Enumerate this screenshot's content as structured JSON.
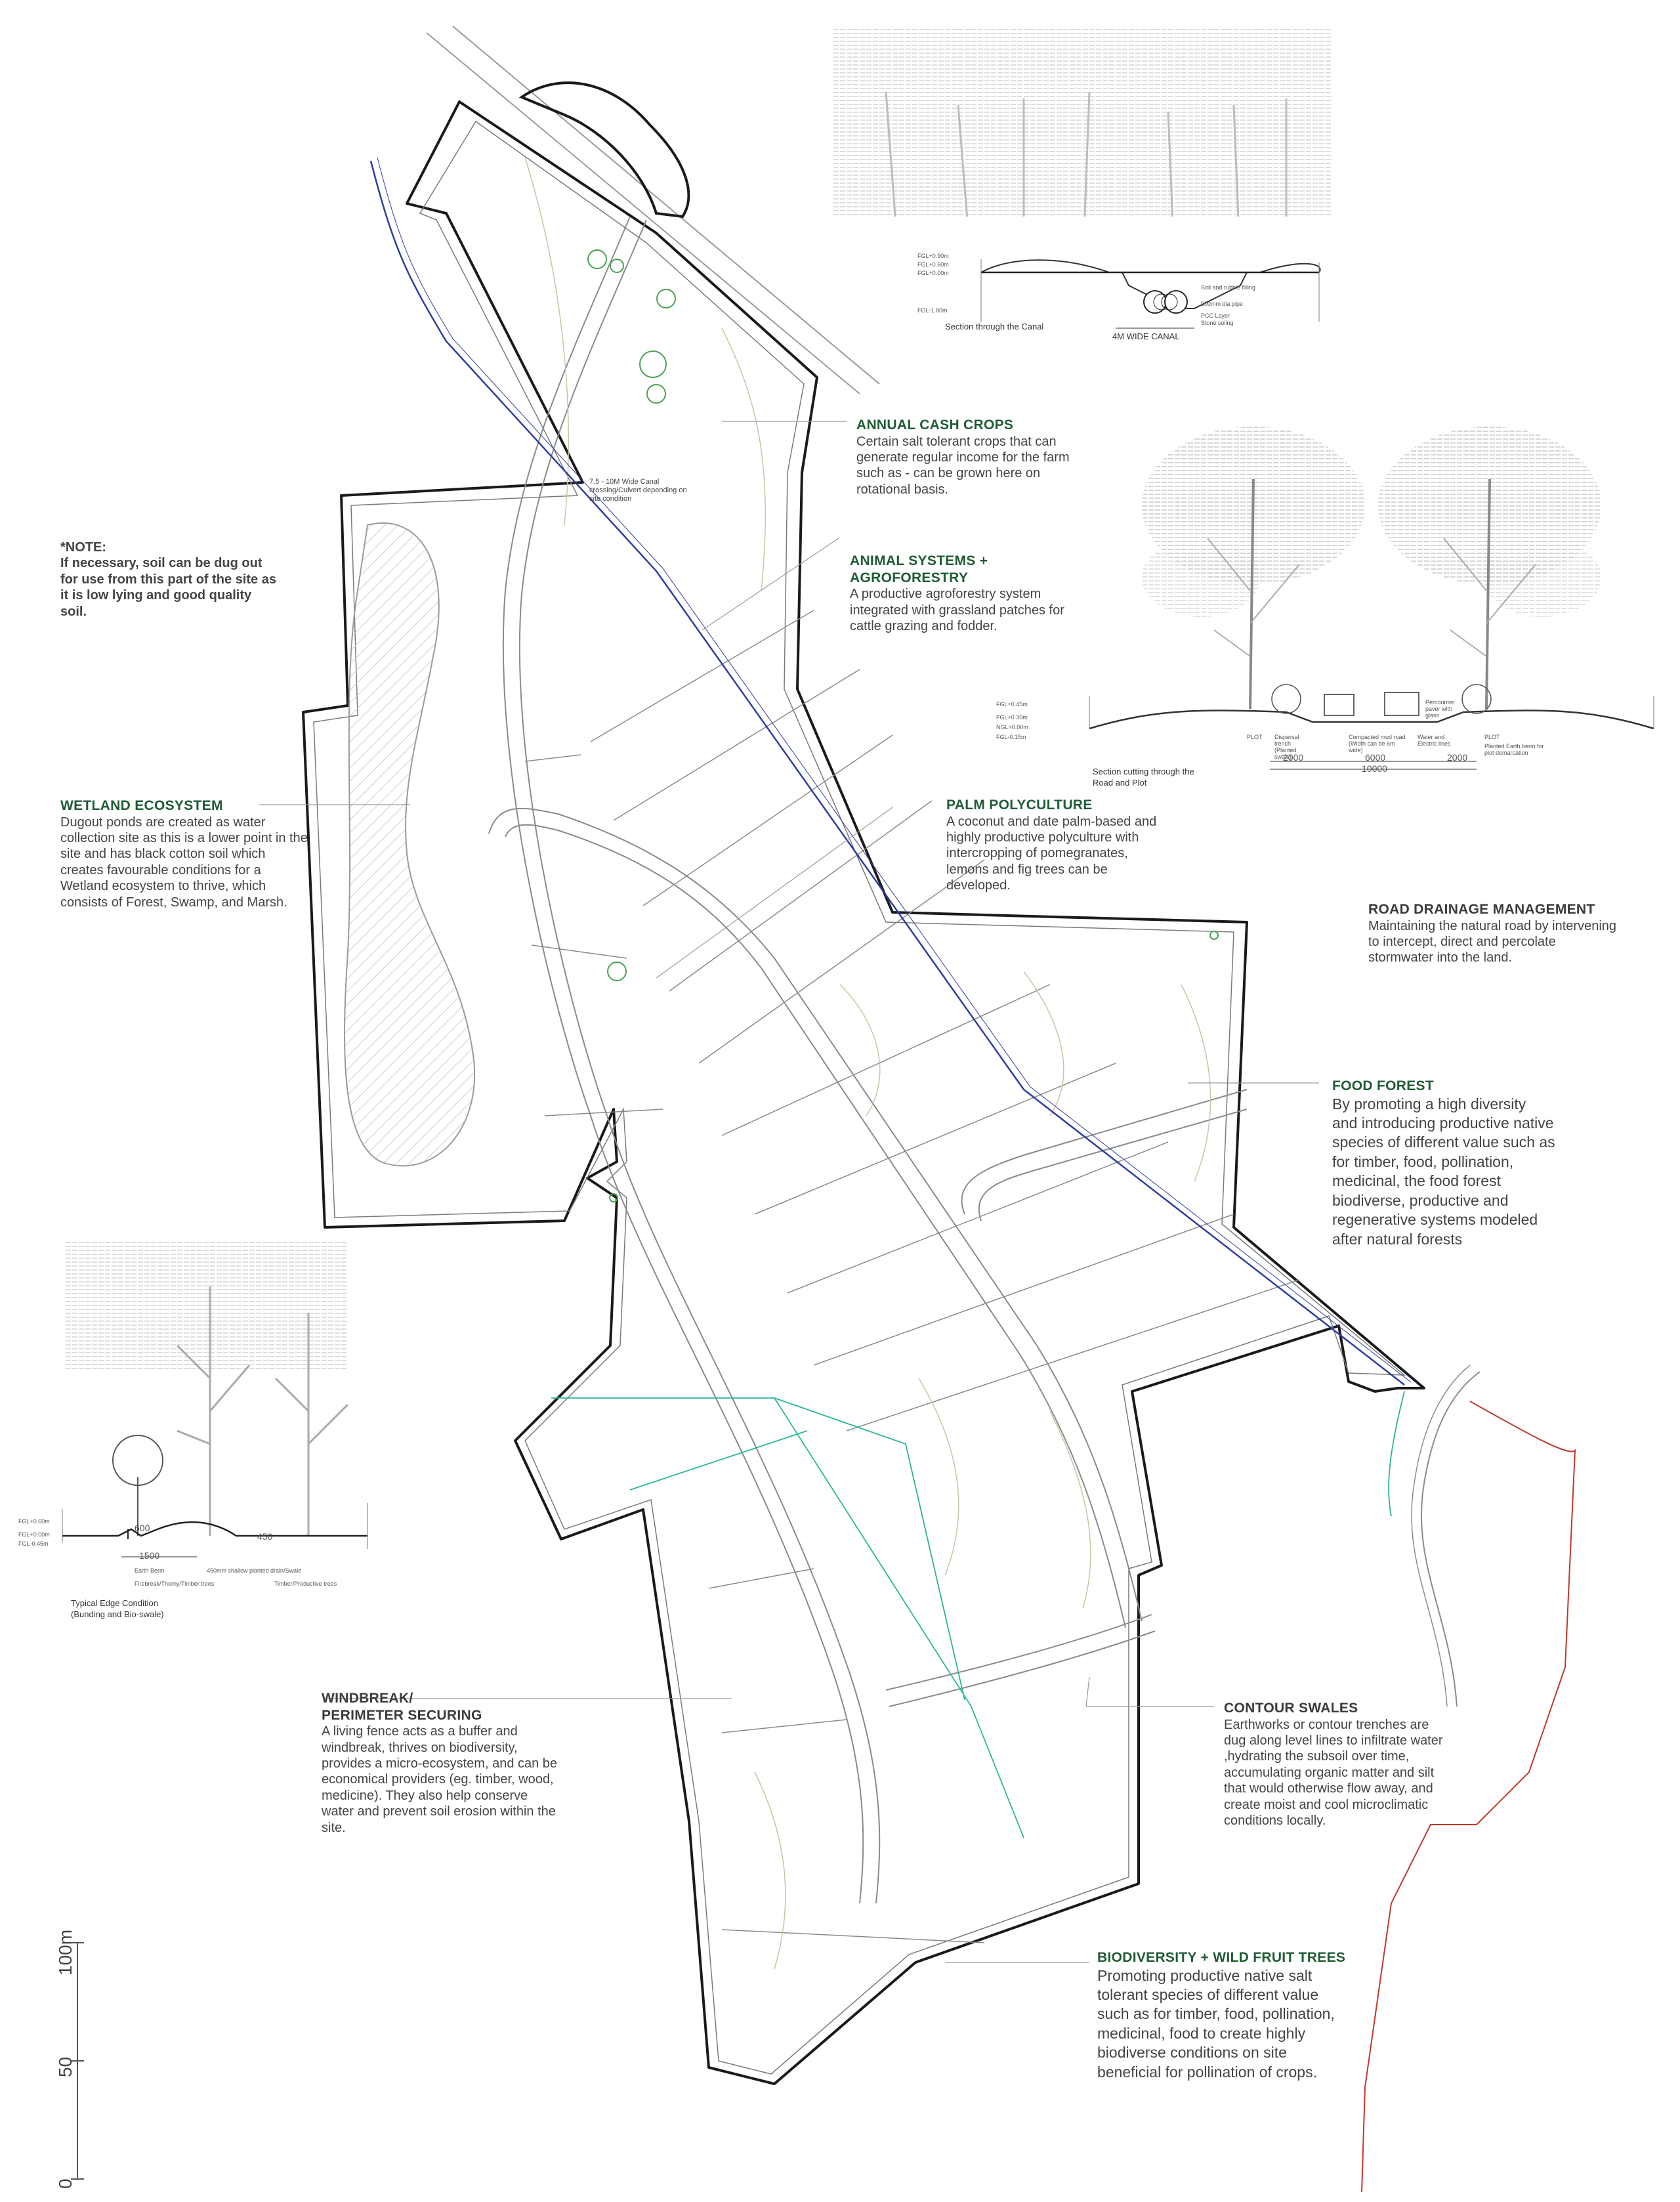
{
  "note": {
    "title": "*NOTE:",
    "body": "If necessary, soil can be dug out for use from this part of the site as it is low lying and good quality soil."
  },
  "zones": {
    "annual_cash_crops": {
      "title": "ANNUAL CASH CROPS",
      "body": "Certain salt tolerant crops that can generate regular income for the farm such as - can be grown here on rotational basis."
    },
    "animal_systems": {
      "title_line1": "ANIMAL SYSTEMS +",
      "title_line2": "AGROFORESTRY",
      "body": "A productive agroforestry system integrated with grassland patches for cattle grazing and fodder."
    },
    "wetland": {
      "title": "WETLAND ECOSYSTEM",
      "body": "Dugout ponds are created as water collection site as this is a lower point in the site and has black cotton soil which creates favourable conditions for a Wetland ecosystem to thrive, which consists of Forest, Swamp, and Marsh."
    },
    "palm_polyculture": {
      "title": "PALM POLYCULTURE",
      "body": "A coconut and date palm-based and highly productive polyculture with intercropping of pomegranates, lemons and fig trees can be developed."
    },
    "road_drainage": {
      "title": "ROAD DRAINAGE MANAGEMENT",
      "body": "Maintaining the natural road by intervening to intercept, direct and percolate stormwater into the land."
    },
    "food_forest": {
      "title": "FOOD FOREST",
      "body": "By promoting a high diversity and introducing productive native species of different value such as for timber, food, pollination, medicinal, the food forest biodiverse, productive and regenerative systems modeled after natural forests"
    },
    "windbreak": {
      "title_line1": "WINDBREAK/",
      "title_line2": "PERIMETER SECURING",
      "body": "A living fence acts as a buffer and windbreak, thrives on biodiversity, provides a micro-ecosystem, and can be economical providers (eg. timber, wood, medicine). They also help conserve water and prevent soil erosion within the site."
    },
    "contour_swales": {
      "title": "CONTOUR SWALES",
      "body": "Earthworks or contour trenches are dug along level lines to infiltrate water ,hydrating the subsoil over time, accumulating organic matter and silt that would otherwise flow away, and create moist and cool microclimatic conditions locally."
    },
    "biodiversity": {
      "title": "BIODIVERSITY + WILD FRUIT TREES",
      "body": "Promoting productive native salt tolerant species of different value such as for timber, food, pollination, medicinal, food to create highly biodiverse conditions on site beneficial for pollination of crops."
    }
  },
  "canal_note": "7.5 - 10M Wide Canal crossing/Culvert depending on site condition",
  "canal_section": {
    "caption": "Section through the Canal",
    "width_label": "4M WIDE CANAL",
    "levels": [
      "FGL+0.90m",
      "FGL+0.60m",
      "FGL+0.00m",
      "FGL-1.80m"
    ],
    "notes": [
      "Soil and rubble filling",
      "900mm dia pipe",
      "PCC Layer",
      "Stone soling"
    ]
  },
  "road_section": {
    "caption_line1": "Section cutting through the",
    "caption_line2": "Road and Plot",
    "levels": [
      "FGL+0.45m",
      "FGL+0.30m",
      "NGL+0.00m",
      "FGL-0.15m"
    ],
    "labels": [
      "PLOT",
      "Dispersal trench (Planted swale)",
      "Compacted mud road (Width can be 6m wide)",
      "Water and Electric lines",
      "Percounter paver with glass",
      "PLOT",
      "Planted Earth berm for plot demarcation"
    ],
    "dims": [
      "2000",
      "6000",
      "2000",
      "10000"
    ]
  },
  "edge_section": {
    "caption_line1": "Typical Edge Condition",
    "caption_line2": "(Bunding and Bio-swale)",
    "levels": [
      "FGL+0.60m",
      "FGL+0.00m",
      "FGL-0.45m"
    ],
    "labels": [
      "Earth Berm",
      "450mm shallow planted drain/Swale",
      "Firebreak/Thorny/Timber trees",
      "Timber/Productive trees"
    ],
    "dims": [
      "600",
      "450",
      "1500"
    ]
  },
  "scale_bar": {
    "labels": [
      "100m",
      "50",
      "0"
    ]
  },
  "colors": {
    "title_green": "#1f5c35",
    "canal_blue": "#2c3f9e",
    "site_boundary": "#1a1a1a",
    "road_line": "#8a8a8a",
    "contour": "#c9c3a8",
    "boundary_red": "#c0392b",
    "stream_teal": "#2bb59a"
  }
}
